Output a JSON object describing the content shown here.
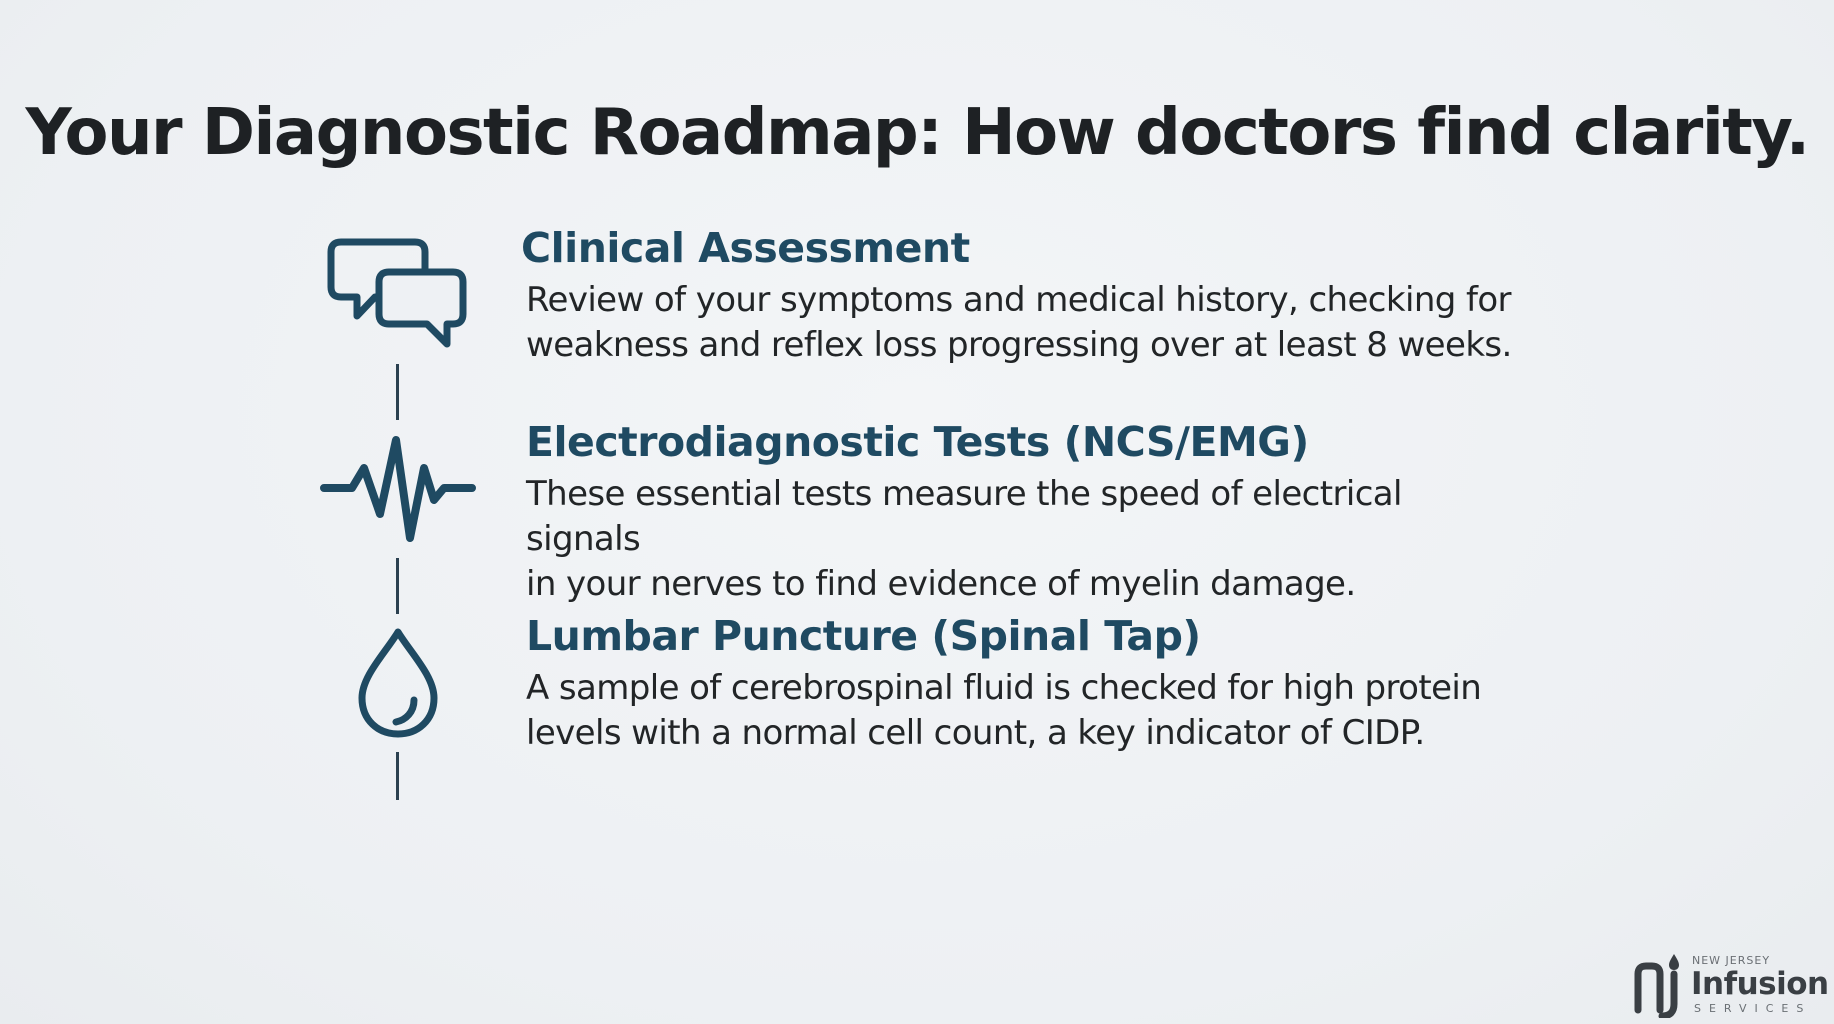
{
  "title": "Your Diagnostic Roadmap: How doctors find clarity.",
  "colors": {
    "accent": "#1f4a62",
    "icon_stroke": "#1f4a62",
    "connector": "#2b4150",
    "background": "#eef1f4"
  },
  "steps": [
    {
      "icon": "chat-bubbles-icon",
      "heading": "Clinical Assessment",
      "description": "Review of your symptoms and medical history, checking for\nweakness and reflex loss progressing over at least 8 weeks."
    },
    {
      "icon": "heartbeat-pulse-icon",
      "heading": "Electrodiagnostic Tests (NCS/EMG)",
      "description": "These essential tests measure the speed of electrical signals\nin your nerves to find evidence of myelin damage."
    },
    {
      "icon": "water-drop-icon",
      "heading": "Lumbar Puncture (Spinal Tap)",
      "description": "A sample of cerebrospinal fluid is checked for high protein\nlevels with a normal cell count, a key indicator of CIDP."
    }
  ],
  "logo": {
    "mark": "nj",
    "small_text": "NEW JERSEY",
    "main_text": "Infusion",
    "sub_text": "SERVICES"
  }
}
